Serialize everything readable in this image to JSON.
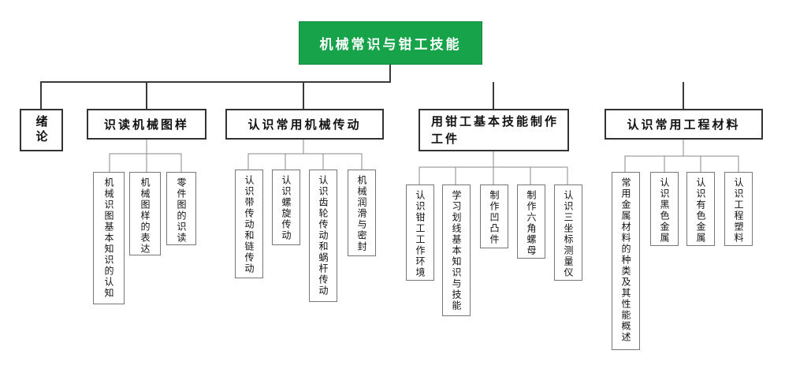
{
  "root": "机械常识与钳工技能",
  "branches": [
    {
      "title": "绪论",
      "children": []
    },
    {
      "title": "识读机械图样",
      "children": [
        "机械识图基本知识的认知",
        "机械图样的表达",
        "零件图的识读"
      ]
    },
    {
      "title": "认识常用机械传动",
      "children": [
        "认识带传动和链传动",
        "认识螺旋传动",
        "认识齿轮传动和蜗杆传动",
        "机械润滑与密封"
      ]
    },
    {
      "title": "用钳工基本技能制作工件",
      "children": [
        "认识钳工工作环境",
        "学习划线基本知识与技能",
        "制作凹凸件",
        "制作六角螺母",
        "认识三坐标测量仪"
      ]
    },
    {
      "title": "认识常用工程材料",
      "children": [
        "常用金属材料的种类及其性能概述",
        "认识黑色金属",
        "认识有色金属",
        "认识工程塑料"
      ]
    }
  ],
  "colors": {
    "root_fill": "#16a34a",
    "root_text": "#ffffff",
    "connector": "#3a3a3a"
  }
}
